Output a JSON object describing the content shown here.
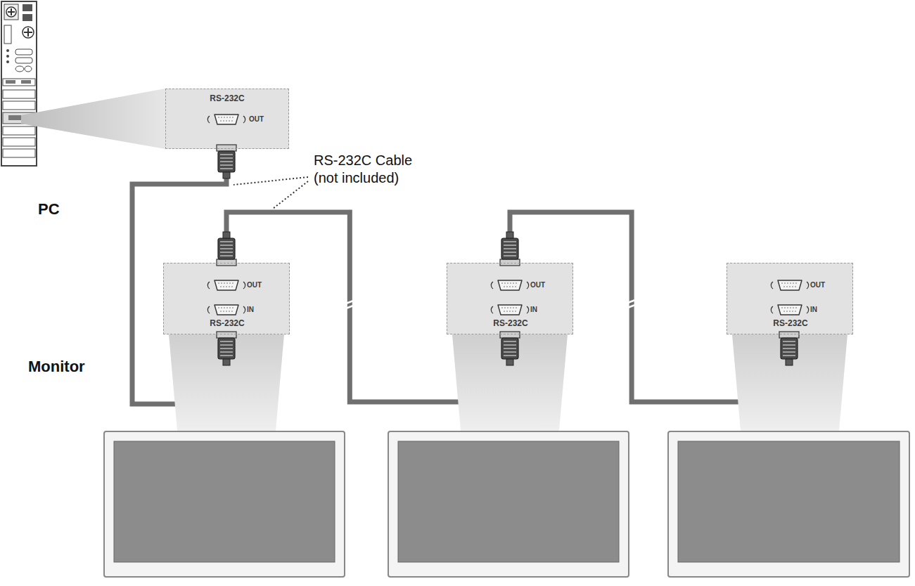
{
  "diagram": {
    "nodes": [
      {
        "text": [
          "RS-232C",
          "OUT"
        ]
      },
      {
        "text": [
          "OUT",
          "IN",
          "RS-232C"
        ]
      },
      {
        "text": [
          "OUT",
          "IN",
          "RS-232C"
        ]
      },
      {
        "text": [
          "OUT",
          "IN",
          "RS-232C"
        ]
      }
    ],
    "edges": [
      {
        "from": 0,
        "to": 1,
        "arrow": "none"
      },
      {
        "from": 1,
        "to": 2,
        "arrow": "none"
      },
      {
        "from": 2,
        "to": 3,
        "arrow": "none"
      }
    ],
    "labels": [
      "RS-232C Cable (not included)",
      "PC",
      "Monitor"
    ]
  }
}
